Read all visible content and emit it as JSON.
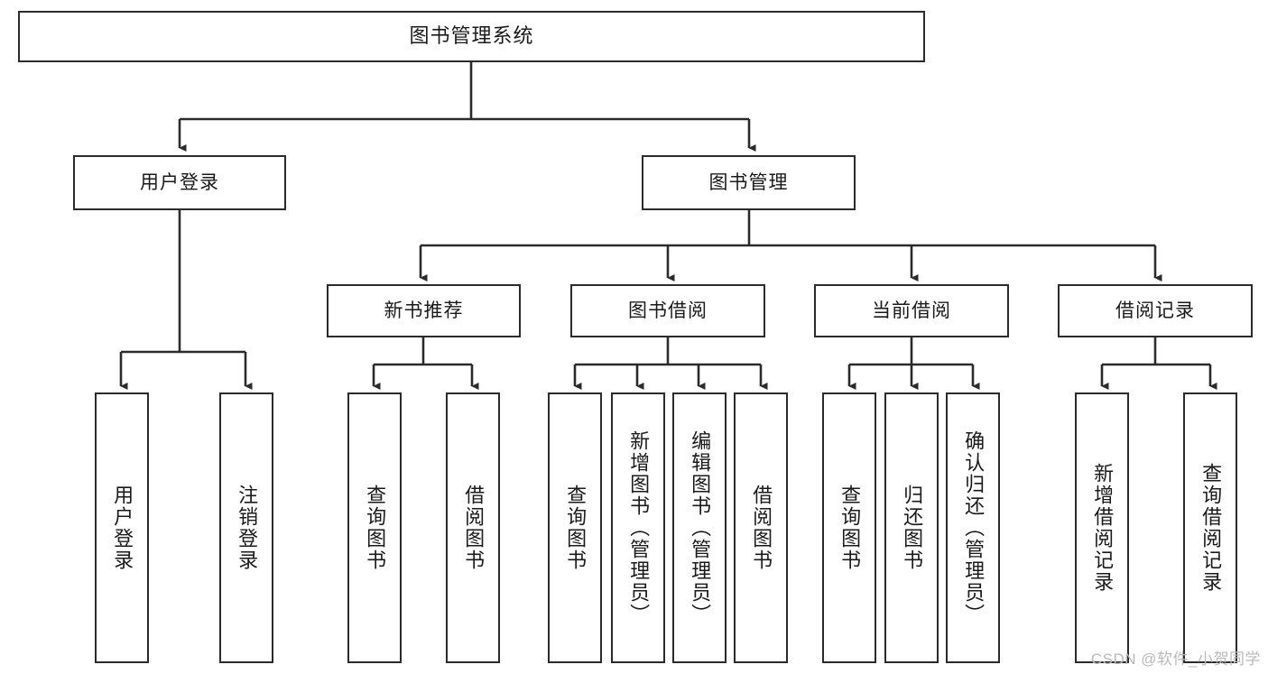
{
  "diagram": {
    "title": "图书管理系统",
    "type": "hierarchy-tree",
    "levels": 4,
    "colors": {
      "box_border": "#2b2b2b",
      "box_fill": "#ffffff",
      "edge": "#2b2b2b",
      "text": "#1a1a1a",
      "watermark": "#b9b9b9",
      "background": "#ffffff"
    },
    "nodes": {
      "root": {
        "label": "图书管理系统"
      },
      "level2": [
        {
          "id": "user-login",
          "label": "用户登录"
        },
        {
          "id": "book-manage",
          "label": "图书管理"
        }
      ],
      "level3": [
        {
          "id": "new-book-recommend",
          "label": "新书推荐",
          "parent": "book-manage"
        },
        {
          "id": "book-borrow",
          "label": "图书借阅",
          "parent": "book-manage"
        },
        {
          "id": "current-borrow",
          "label": "当前借阅",
          "parent": "book-manage"
        },
        {
          "id": "borrow-record",
          "label": "借阅记录",
          "parent": "book-manage"
        }
      ],
      "leaves": {
        "user-login": [
          {
            "id": "leaf-user-login",
            "label": "用户登录"
          },
          {
            "id": "leaf-logout",
            "label": "注销登录"
          }
        ],
        "new-book-recommend": [
          {
            "id": "leaf-query-book-1",
            "label": "查询图书"
          },
          {
            "id": "leaf-borrow-book-1",
            "label": "借阅图书"
          }
        ],
        "book-borrow": [
          {
            "id": "leaf-query-book-2",
            "label": "查询图书"
          },
          {
            "id": "leaf-add-book",
            "label": "新增图书（管理员）"
          },
          {
            "id": "leaf-edit-book",
            "label": "编辑图书（管理员）"
          },
          {
            "id": "leaf-borrow-book-2",
            "label": "借阅图书"
          }
        ],
        "current-borrow": [
          {
            "id": "leaf-query-book-3",
            "label": "查询图书"
          },
          {
            "id": "leaf-return-book",
            "label": "归还图书"
          },
          {
            "id": "leaf-confirm-return",
            "label": "确认归还（管理员）"
          }
        ],
        "borrow-record": [
          {
            "id": "leaf-add-record",
            "label": "新增借阅记录"
          },
          {
            "id": "leaf-query-record",
            "label": "查询借阅记录"
          }
        ]
      }
    },
    "watermark": "CSDN @软件_小贺同学"
  }
}
